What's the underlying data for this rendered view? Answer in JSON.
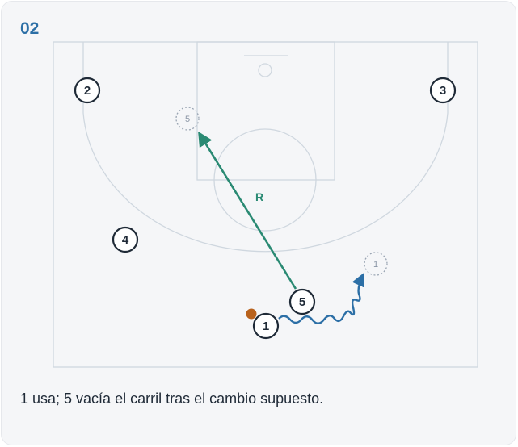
{
  "play": {
    "number": "02"
  },
  "players": {
    "p1": "1",
    "p2": "2",
    "p3": "3",
    "p4": "4",
    "p5": "5"
  },
  "ghosts": {
    "g5": "5",
    "g1": "1"
  },
  "actions": {
    "pass_label": "R"
  },
  "colors": {
    "pass": "#2a8a73",
    "dribble": "#2c6fa6",
    "ball": "#b8621d",
    "court_lines": "#cfd7df",
    "player_stroke": "#1f2a37"
  },
  "caption": "1 usa; 5 vacía el carril tras el cambio supuesto."
}
